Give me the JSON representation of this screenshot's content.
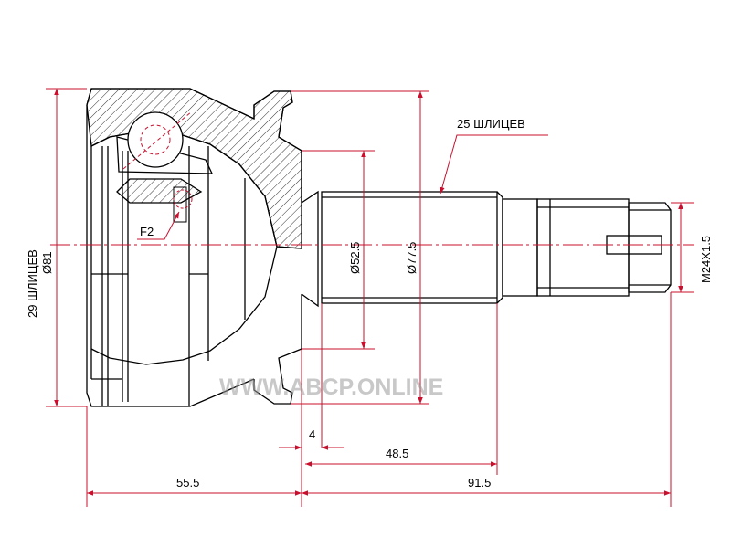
{
  "labels": {
    "left_splines": "29 ШЛИЦЕВ",
    "left_diameter": "Ø81",
    "right_splines": "25 ШЛИЦЕВ",
    "thread": "M24X1.5",
    "d_inner": "Ø52.5",
    "d_outer": "Ø77.5",
    "f2": "F2"
  },
  "dimensions": {
    "d4": "4",
    "d48": "48.5",
    "d55": "55.5",
    "d91": "91.5"
  },
  "watermark": "WWW.ABCP.ONLINE",
  "colors": {
    "outline": "#000000",
    "dimension": "#c8102e",
    "watermark": "#9a9a9a"
  }
}
